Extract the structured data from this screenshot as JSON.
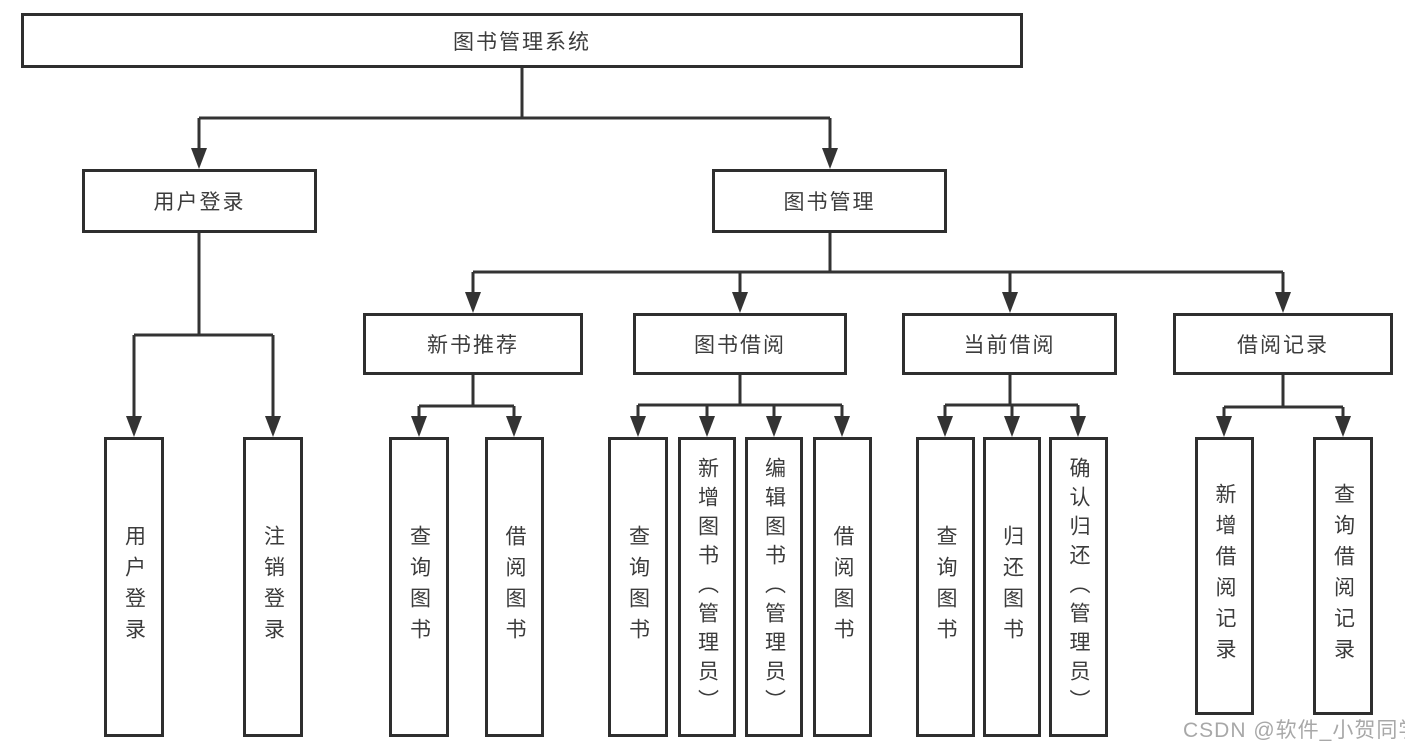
{
  "diagram": {
    "root": {
      "label": "图书管理系统"
    },
    "level2": [
      {
        "label": "用户登录"
      },
      {
        "label": "图书管理"
      }
    ],
    "level3": [
      {
        "label": "新书推荐",
        "parent": "图书管理"
      },
      {
        "label": "图书借阅",
        "parent": "图书管理"
      },
      {
        "label": "当前借阅",
        "parent": "图书管理"
      },
      {
        "label": "借阅记录",
        "parent": "图书管理"
      }
    ],
    "leaves": [
      {
        "label": "用户登录",
        "parent": "用户登录"
      },
      {
        "label": "注销登录",
        "parent": "用户登录"
      },
      {
        "label": "查询图书",
        "parent": "新书推荐"
      },
      {
        "label": "借阅图书",
        "parent": "新书推荐"
      },
      {
        "label": "查询图书",
        "parent": "图书借阅"
      },
      {
        "label": "新增图书（管理员）",
        "parent": "图书借阅"
      },
      {
        "label": "编辑图书（管理员）",
        "parent": "图书借阅"
      },
      {
        "label": "借阅图书",
        "parent": "图书借阅"
      },
      {
        "label": "查询图书",
        "parent": "当前借阅"
      },
      {
        "label": "归还图书",
        "parent": "当前借阅"
      },
      {
        "label": "确认归还（管理员）",
        "parent": "当前借阅"
      },
      {
        "label": "新增借阅记录",
        "parent": "借阅记录"
      },
      {
        "label": "查询借阅记录",
        "parent": "借阅记录"
      }
    ]
  },
  "watermark": {
    "text": "CSDN @软件_小贺同学"
  },
  "colors": {
    "line": "#333333",
    "border": "#2e2e2e",
    "text": "#3c3c3c",
    "watermark": "#a8a8a8",
    "background": "#ffffff"
  }
}
